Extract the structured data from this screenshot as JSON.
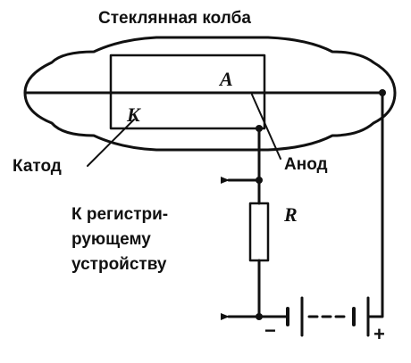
{
  "labels": {
    "bulb": "Стеклянная колба",
    "cathode": "Катод",
    "anode": "Анод",
    "output_line1": "К регистри-",
    "output_line2": "рующему",
    "output_line3": "устройству"
  },
  "symbols": {
    "anode": "A",
    "cathode": "K",
    "resistor": "R",
    "minus": "−",
    "plus": "+"
  },
  "colors": {
    "ink": "#111111",
    "background": "#ffffff"
  }
}
